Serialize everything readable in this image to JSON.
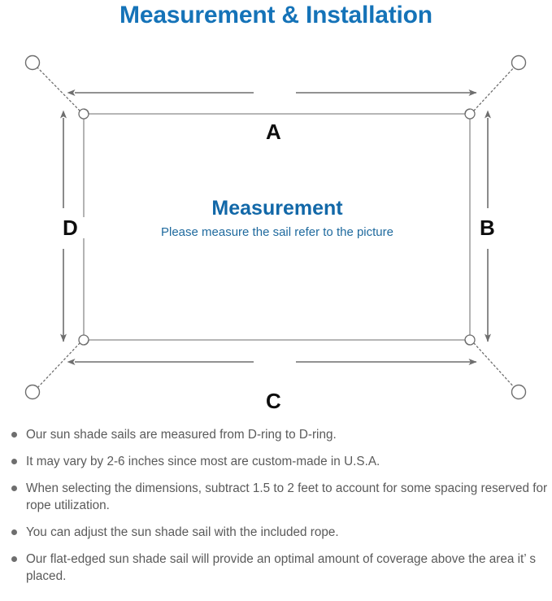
{
  "header": {
    "title": "Measurement & Installation",
    "title_color": "#1573b8"
  },
  "diagram": {
    "sail_title": "Measurement",
    "sail_subtitle": "Please measure the sail refer to the picture",
    "sail_title_color": "#1268a8",
    "line_color": "#6e6e6e",
    "dimension_labels": {
      "top": "A",
      "right": "B",
      "bottom": "C",
      "left": "D"
    },
    "anchors": [
      {
        "name": "top-left-anchor-post"
      },
      {
        "name": "top-right-anchor-post"
      },
      {
        "name": "bottom-left-anchor-post"
      },
      {
        "name": "bottom-right-anchor-post"
      }
    ],
    "d_rings": [
      {
        "name": "top-left-d-ring"
      },
      {
        "name": "top-right-d-ring"
      },
      {
        "name": "bottom-left-d-ring"
      },
      {
        "name": "bottom-right-d-ring"
      }
    ]
  },
  "notes": {
    "text_color": "#5a5a5a",
    "items": [
      "Our sun shade sails are measured from D-ring to D-ring.",
      "It may vary by 2-6 inches since most are custom-made in U.S.A.",
      "When selecting the dimensions, subtract 1.5 to 2 feet to account for some spacing reserved for rope utilization.",
      "You can adjust the sun shade sail with the included rope.",
      "Our flat-edged sun shade sail will provide an optimal amount of coverage above the area it’ s placed."
    ]
  }
}
